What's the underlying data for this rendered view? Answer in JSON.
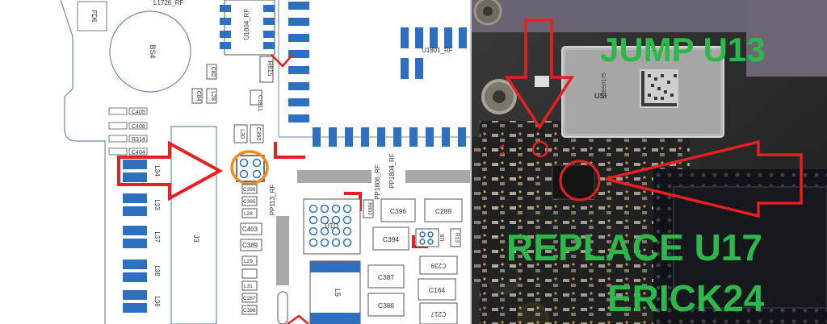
{
  "schematic": {
    "board_labels": {
      "fd6": "FD6",
      "l1726": "L1726_RF",
      "bs4": "BS4",
      "u1804": "U1804_RF",
      "u1801": "U1801_RF",
      "r815": "R815",
      "c1811": "C1811",
      "c82": "C82",
      "c84": "C84",
      "l28_top": "L28",
      "c405": "C405",
      "c408": "C408",
      "r314": "R314",
      "c404": "C404",
      "l30": "L30",
      "c390": "C390",
      "l34": "L34",
      "l33": "L33",
      "l37": "L37",
      "l38": "L38",
      "l36": "L36",
      "j3": "J3",
      "pp113": "PP113_RF",
      "c395": "C395",
      "l28": "L28",
      "c403": "C403",
      "c389": "C389",
      "l29": "L29",
      "l31": "L31",
      "c287": "C287",
      "c398": "C398",
      "c399": "C399",
      "u10": "U10",
      "pp1806": "PP1806_RF",
      "pp1804": "PP1804_RF",
      "r803": "R803",
      "c396": "C396",
      "c289": "C289",
      "c394": "C394",
      "u9": "U9",
      "r13": "R13",
      "c239": "C239",
      "c387": "C387",
      "c164": "C164",
      "l5": "L5",
      "c386": "C386",
      "c217": "C217"
    }
  },
  "photo": {
    "chip_marking_1": "USI",
    "chip_marking_2": "339S0175"
  },
  "annotations": {
    "jump": "JUMP U13",
    "replace": "REPLACE U17",
    "author": "ERICK24"
  },
  "colors": {
    "pad_blue": "#2f6fbf",
    "arrow_red": "#e62020",
    "caption_green": "#2db84a",
    "highlight_orange": "#f08a1c"
  }
}
